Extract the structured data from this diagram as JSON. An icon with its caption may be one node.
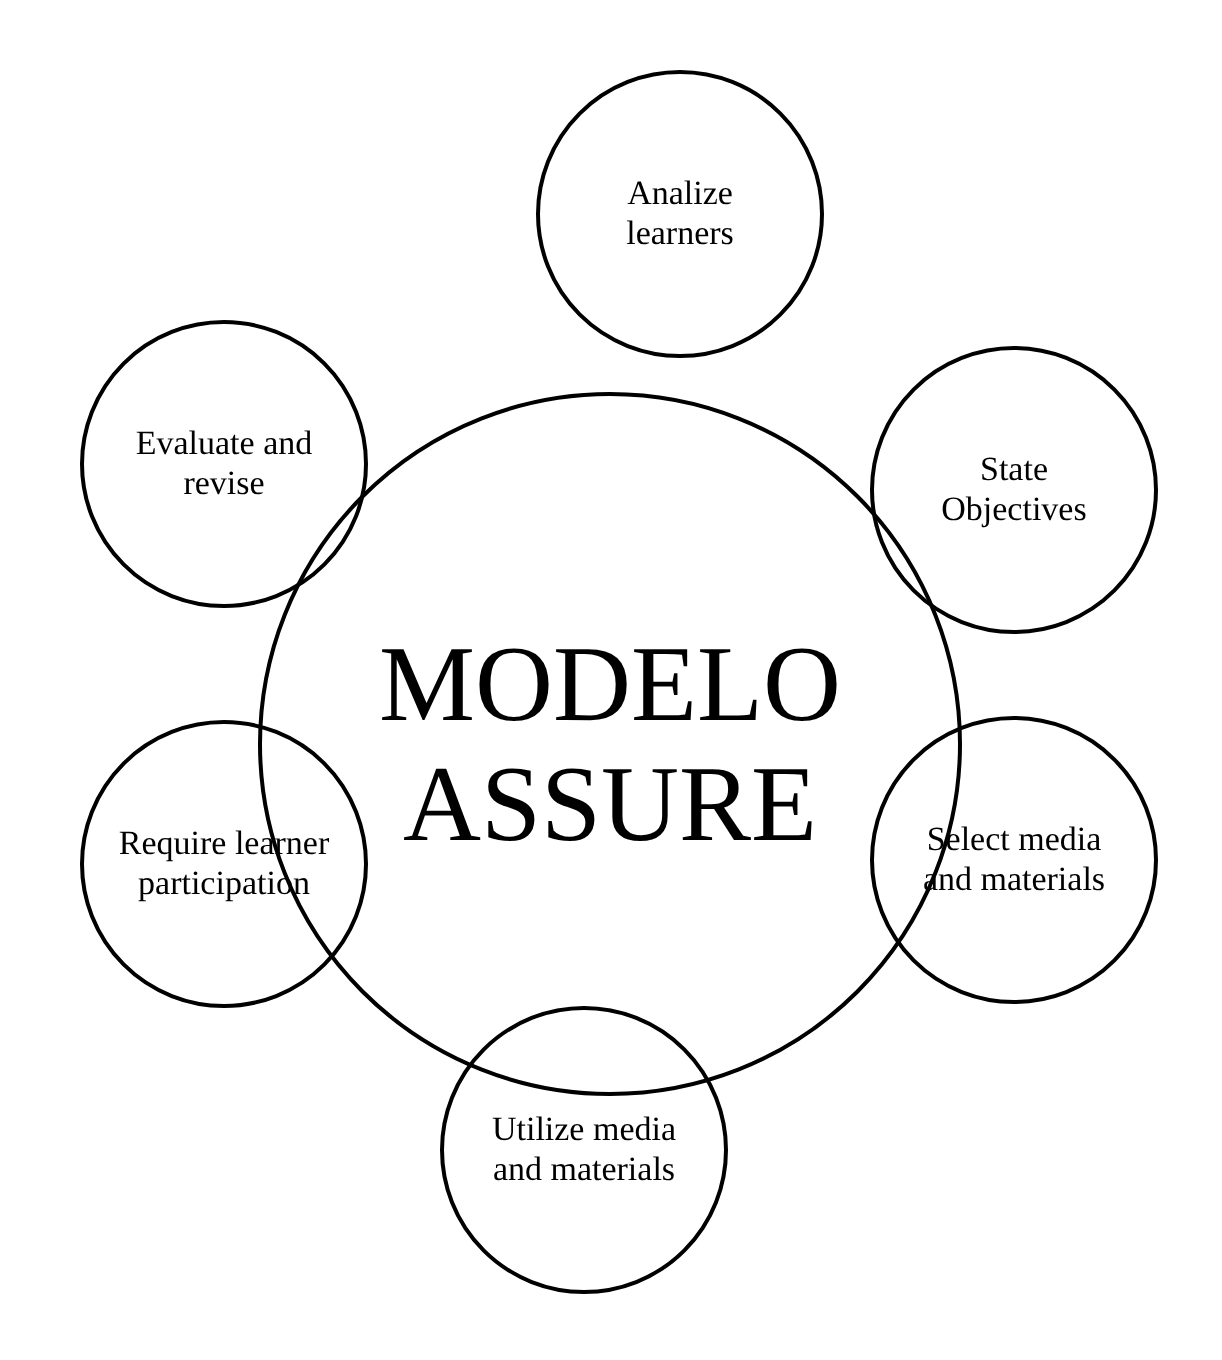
{
  "diagram": {
    "nodes": [
      {
        "text": [
          "Analize learners"
        ]
      },
      {
        "text": [
          "Evaluate and revise"
        ]
      },
      {
        "text": [
          "State Objectives"
        ]
      },
      {
        "text": [
          "MODELO ASSURE"
        ]
      },
      {
        "text": [
          "Require learner participation"
        ]
      },
      {
        "text": [
          "Select media and materials"
        ]
      },
      {
        "text": [
          "Utilize media and materials"
        ]
      }
    ],
    "edges": []
  }
}
